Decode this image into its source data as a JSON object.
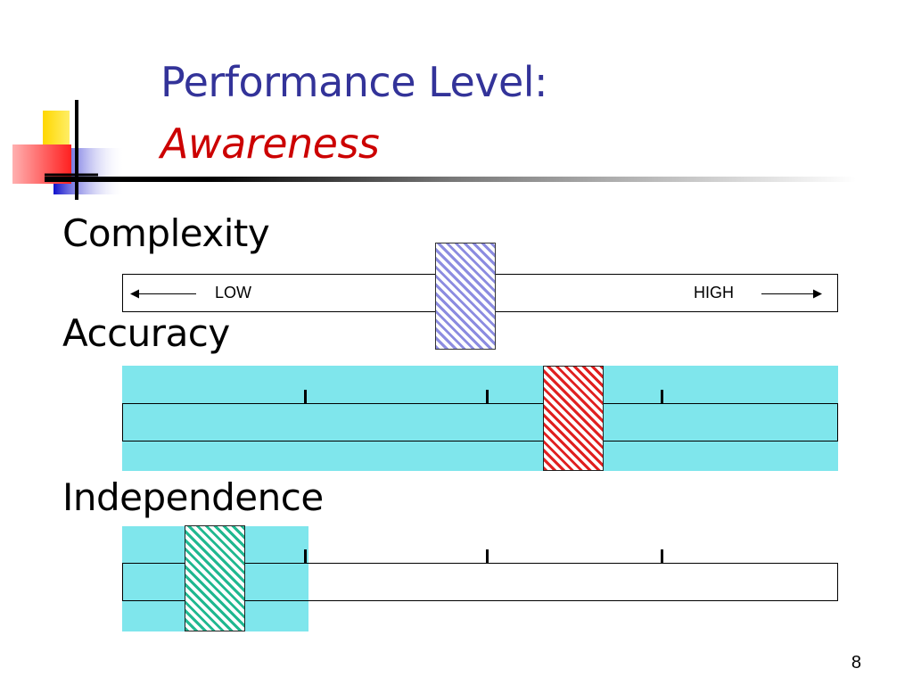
{
  "title": "Performance Level:",
  "subtitle": "Awareness",
  "sections": {
    "complexity": {
      "label": "Complexity",
      "low_label": "LOW",
      "high_label": "HIGH",
      "marker_level": 0.48
    },
    "accuracy": {
      "label": "Accuracy",
      "marker_level": 0.63,
      "fill_level": 1.0
    },
    "independence": {
      "label": "Independence",
      "marker_level": 0.13,
      "fill_level": 0.26
    }
  },
  "colors": {
    "title": "#333399",
    "subtitle": "#cc0000",
    "band": "#7fe6ec",
    "complexity_marker": "#8c8ce0",
    "accuracy_marker": "#e02020",
    "independence_marker": "#20b890"
  },
  "icons": [
    "logo-squares-icon",
    "left-arrow-icon",
    "right-arrow-icon"
  ],
  "page_number": "8"
}
